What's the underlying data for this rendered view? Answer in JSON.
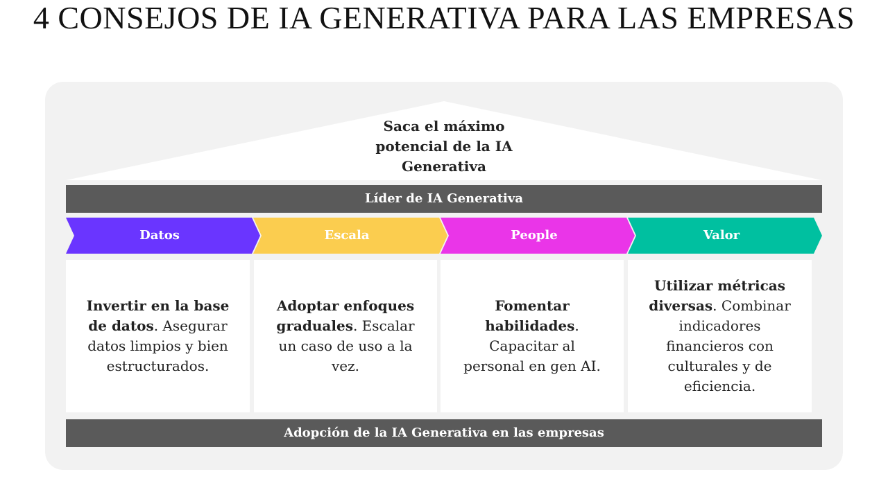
{
  "title": "4 CONSEJOS DE IA GENERATIVA PARA LAS EMPRESAS",
  "roof": {
    "line1": "Saca el máximo",
    "line2": "potencial de la IA",
    "line3": "Generativa"
  },
  "top_bar": "Líder de IA Generativa",
  "bottom_bar": "Adopción de la IA Generativa en las empresas",
  "pillars": [
    {
      "label": "Datos",
      "color": "#6a35ff",
      "bold": "Invertir en la base de datos",
      "text": ". Asegurar datos limpios y bien estructurados."
    },
    {
      "label": "Escala",
      "color": "#fbcd4f",
      "bold": "Adoptar enfoques graduales",
      "text": ". Escalar un caso de uso a la vez."
    },
    {
      "label": "People",
      "color": "#ea35e8",
      "bold": "Fomentar habilidades",
      "text": ". Capacitar al personal en gen AI."
    },
    {
      "label": "Valor",
      "color": "#00c0a0",
      "bold": "Utilizar métricas diversas",
      "text": ". Combinar indicadores financieros con culturales y de eficiencia."
    }
  ]
}
